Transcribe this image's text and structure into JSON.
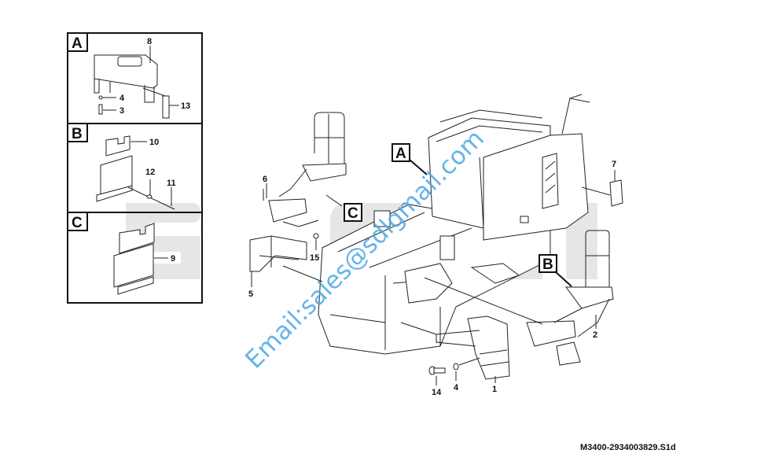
{
  "watermark": {
    "brand": "SDLG",
    "email": "Email:sales@sdlgmail.com",
    "email_color": "#4aa8e6"
  },
  "detail_panels": [
    {
      "letter": "A",
      "callouts": [
        "8",
        "4",
        "3",
        "13"
      ]
    },
    {
      "letter": "B",
      "callouts": [
        "10",
        "12",
        "11"
      ]
    },
    {
      "letter": "C",
      "callouts": [
        "9"
      ]
    }
  ],
  "main_callouts": {
    "a": "A",
    "b": "B",
    "c": "C",
    "p1": "1",
    "p2": "2",
    "p4": "4",
    "p5": "5",
    "p6": "6",
    "p7": "7",
    "p14": "14",
    "p15": "15"
  },
  "drawing_code": "M3400-2934003829.S1d"
}
